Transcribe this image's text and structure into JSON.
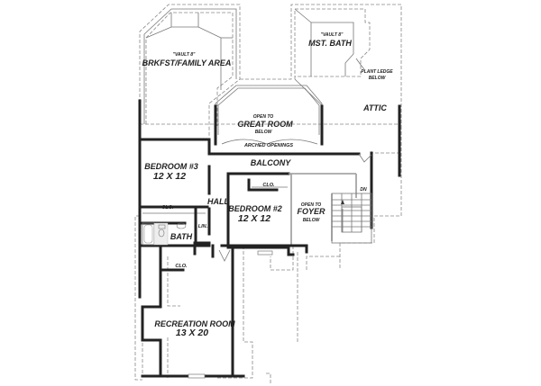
{
  "plan": {
    "title": "Second Floor Plan",
    "rooms": [
      {
        "id": "brkfst",
        "note": "\"VAULT 8\"",
        "name": "BRKFST/FAMILY AREA"
      },
      {
        "id": "mst_bath",
        "note": "\"VAULT 8\"",
        "name": "MST. BATH"
      },
      {
        "id": "plant_ledge",
        "line1": "PLANT LEDGE",
        "line2": "BELOW"
      },
      {
        "id": "attic",
        "name": "ATTIC"
      },
      {
        "id": "great_room",
        "line1": "OPEN TO",
        "name": "GREAT ROOM",
        "line3": "BELOW"
      },
      {
        "id": "arched",
        "name": "ARCHED OPENINGS"
      },
      {
        "id": "balcony",
        "name": "BALCONY"
      },
      {
        "id": "bedroom3",
        "name": "BEDROOM #3",
        "size": "12 X 12"
      },
      {
        "id": "hall",
        "name": "HALL"
      },
      {
        "id": "bedroom2",
        "name": "BEDROOM #2",
        "size": "12 X 12"
      },
      {
        "id": "foyer",
        "line1": "OPEN TO",
        "name": "FOYER",
        "line3": "BELOW"
      },
      {
        "id": "stairs",
        "name": "DN"
      },
      {
        "id": "clo_b3",
        "name": "CLO."
      },
      {
        "id": "clo_b2",
        "name": "CLO."
      },
      {
        "id": "lin",
        "name": "LIN."
      },
      {
        "id": "bath",
        "name": "BATH"
      },
      {
        "id": "clo_rec",
        "name": "CLO."
      },
      {
        "id": "recreation",
        "name": "RECREATION ROOM",
        "size": "13 X 20"
      }
    ]
  }
}
